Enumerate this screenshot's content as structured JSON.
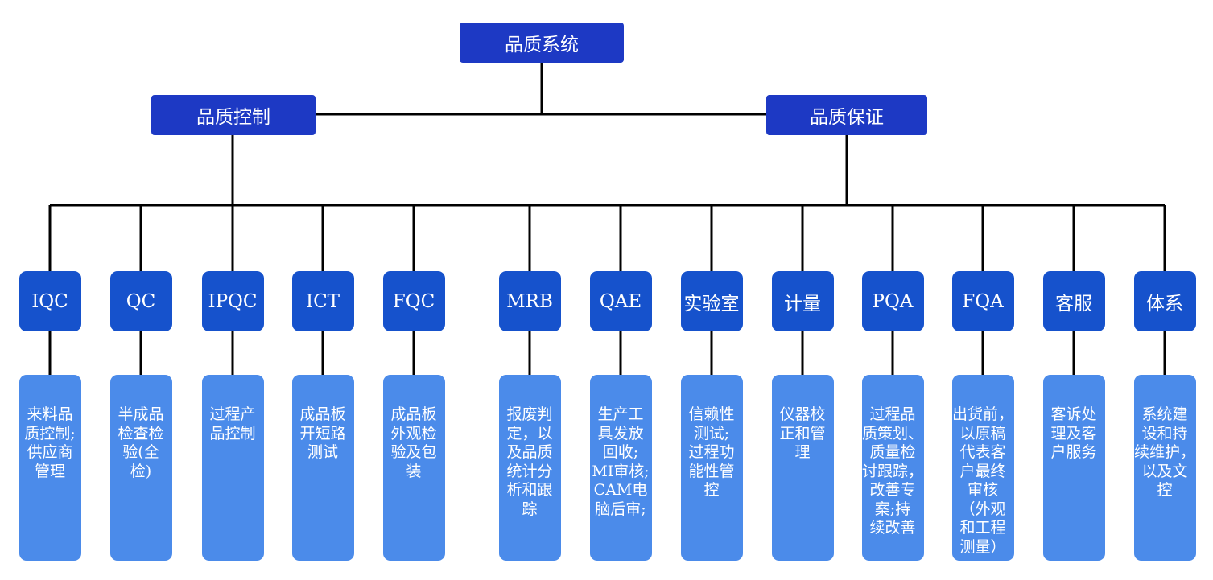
{
  "colors": {
    "line": "#000000",
    "top_box": "#1d39c4",
    "mid_box": "#1652cc",
    "desc_box": "#4b8bea",
    "text": "#ffffff"
  },
  "root": "品质系统",
  "branches": [
    "品质控制",
    "品质保证"
  ],
  "departments": [
    {
      "name": "IQC",
      "desc": "来料品\n质控制;\n供应商\n管理"
    },
    {
      "name": "QC",
      "desc": "半成品\n检查检\n验(全\n检)"
    },
    {
      "name": "IPQC",
      "desc": "过程产\n品控制"
    },
    {
      "name": "ICT",
      "desc": "成品板\n开短路\n测试"
    },
    {
      "name": "FQC",
      "desc": "成品板\n外观检\n验及包\n装"
    },
    {
      "name": "MRB",
      "desc": "报废判\n定，以\n及品质\n统计分\n析和跟\n踪"
    },
    {
      "name": "QAE",
      "desc": "生产工\n具发放\n回收;\nMI审核;\nCAM电\n脑后审;"
    },
    {
      "name": "实验室",
      "desc": "信赖性\n测试;\n过程功\n能性管\n控"
    },
    {
      "name": "计量",
      "desc": "仪器校\n正和管\n理"
    },
    {
      "name": "PQA",
      "desc": "过程品\n质策划、\n质量检\n讨跟踪，\n改善专\n案;持\n续改善"
    },
    {
      "name": "FQA",
      "desc": "出货前，\n以原稿\n代表客\n户最终\n审核\n（外观\n和工程\n测量）"
    },
    {
      "name": "客服",
      "desc": "客诉处\n理及客\n户服务"
    },
    {
      "name": "体系",
      "desc": "系统建\n设和持\n续维护，\n以及文\n控"
    }
  ]
}
